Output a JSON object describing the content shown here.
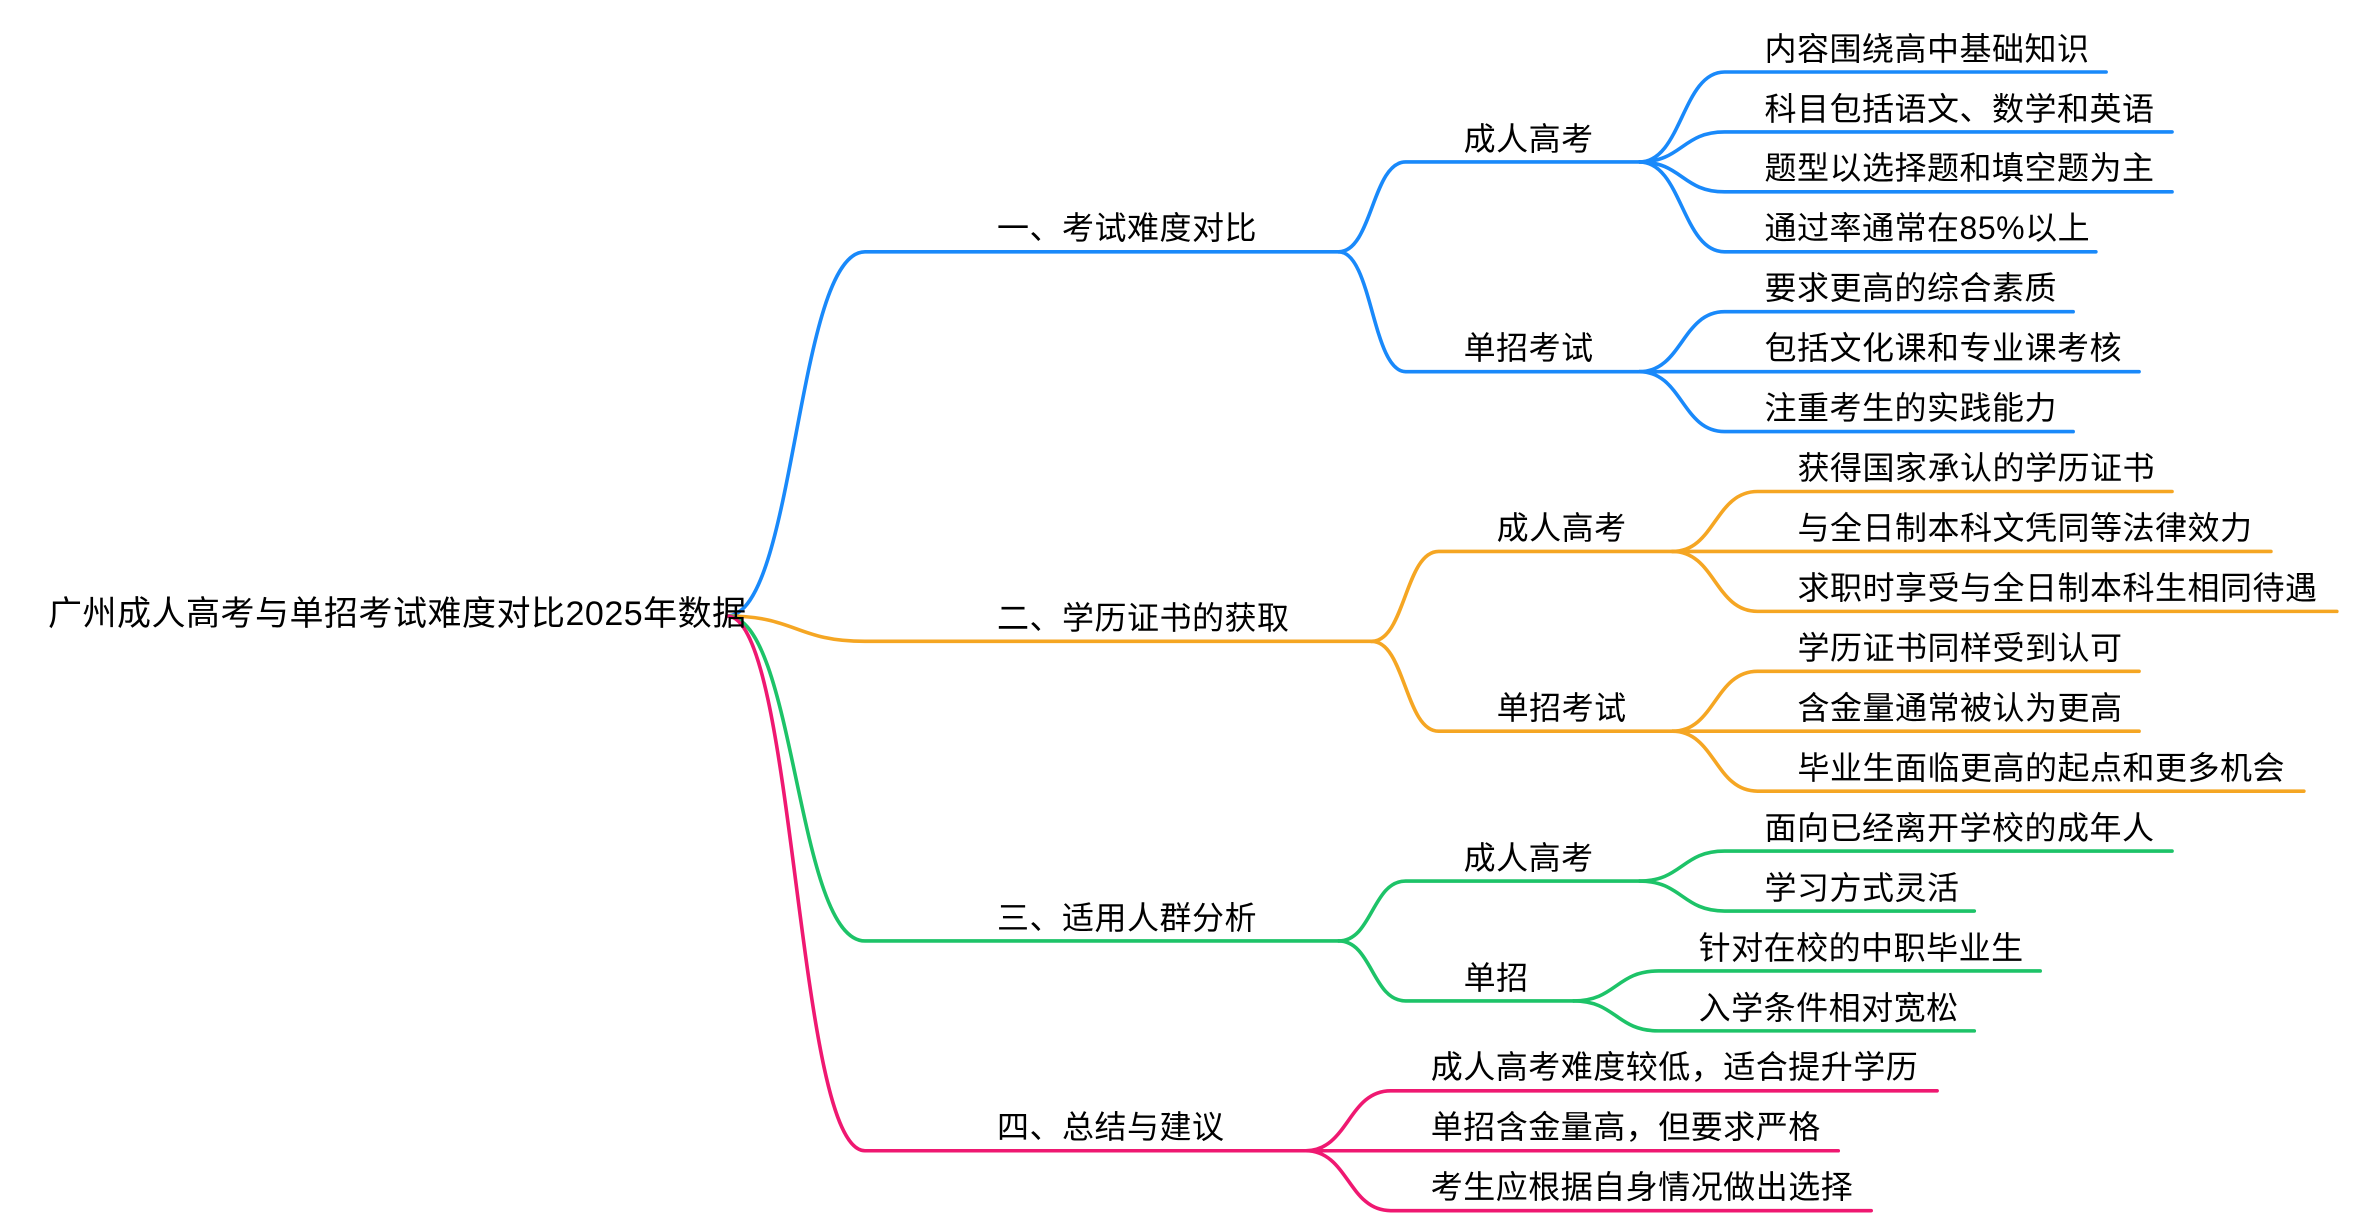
{
  "root": {
    "label": "广州成人高考与单招考试难度对比2025年数据"
  },
  "branches": [
    {
      "label": "一、考试难度对比",
      "color": "#1989FA",
      "children": [
        {
          "label": "成人高考",
          "leaves": [
            "内容围绕高中基础知识",
            "科目包括语文、数学和英语",
            "题型以选择题和填空题为主",
            "通过率通常在85%以上"
          ]
        },
        {
          "label": "单招考试",
          "leaves": [
            "要求更高的综合素质",
            "包括文化课和专业课考核",
            "注重考生的实践能力"
          ]
        }
      ]
    },
    {
      "label": "二、学历证书的获取",
      "color": "#F5A623",
      "children": [
        {
          "label": "成人高考",
          "leaves": [
            "获得国家承认的学历证书",
            "与全日制本科文凭同等法律效力",
            "求职时享受与全日制本科生相同待遇"
          ]
        },
        {
          "label": "单招考试",
          "leaves": [
            "学历证书同样受到认可",
            "含金量通常被认为更高",
            "毕业生面临更高的起点和更多机会"
          ]
        }
      ]
    },
    {
      "label": "三、适用人群分析",
      "color": "#1DC368",
      "children": [
        {
          "label": "成人高考",
          "leaves": [
            "面向已经离开学校的成年人",
            "学习方式灵活"
          ]
        },
        {
          "label": "单招",
          "leaves": [
            "针对在校的中职毕业生",
            "入学条件相对宽松"
          ]
        }
      ]
    },
    {
      "label": "四、总结与建议",
      "color": "#EF1871",
      "leaves": [
        "成人高考难度较低，适合提升学历",
        "单招含金量高，但要求严格",
        "考生应根据自身情况做出选择"
      ]
    }
  ]
}
